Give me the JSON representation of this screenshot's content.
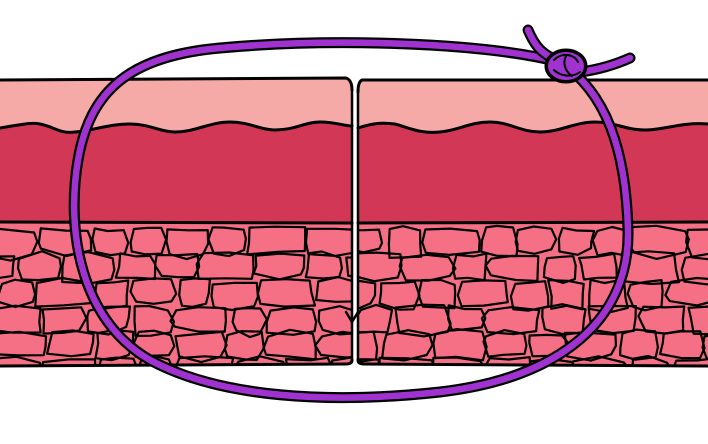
{
  "colors": {
    "background": "#ffffff",
    "epidermis": "#F6AAA8",
    "dermis": "#D23855",
    "subcutaneous_tissue": "#F57085",
    "outline": "#000000",
    "suture": "#A033D0",
    "incision": "#000000"
  },
  "diagram": {
    "type": "illustration",
    "layers": [
      "epidermis",
      "dermis",
      "subcutaneous-tissue"
    ],
    "elements": [
      "skin-block-left",
      "skin-block-right",
      "incision-line",
      "suture-loop",
      "suture-knot"
    ]
  }
}
